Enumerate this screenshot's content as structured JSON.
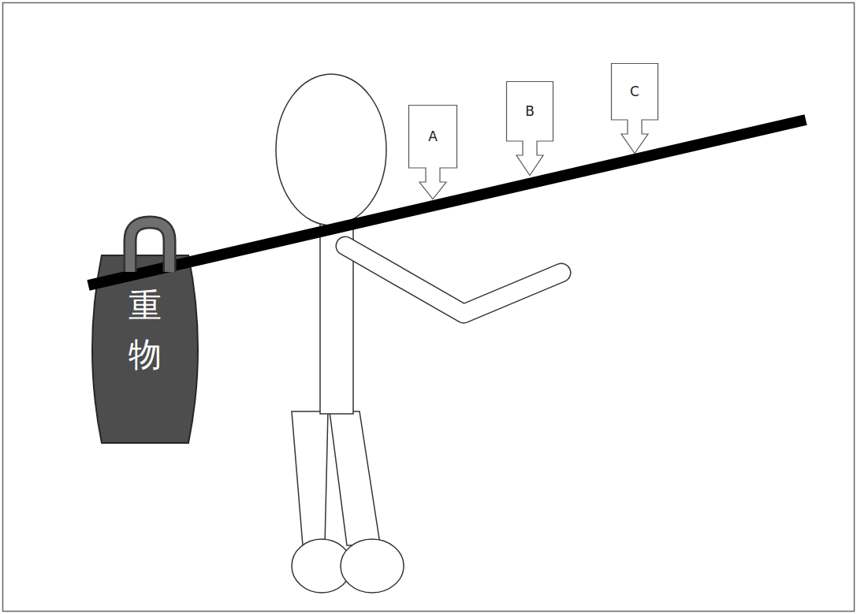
{
  "diagram": {
    "nodes": [
      {
        "text": [
          "重 物"
        ]
      },
      {
        "text": [
          "A"
        ]
      },
      {
        "text": [
          "B"
        ]
      },
      {
        "text": [
          "C"
        ]
      }
    ]
  }
}
